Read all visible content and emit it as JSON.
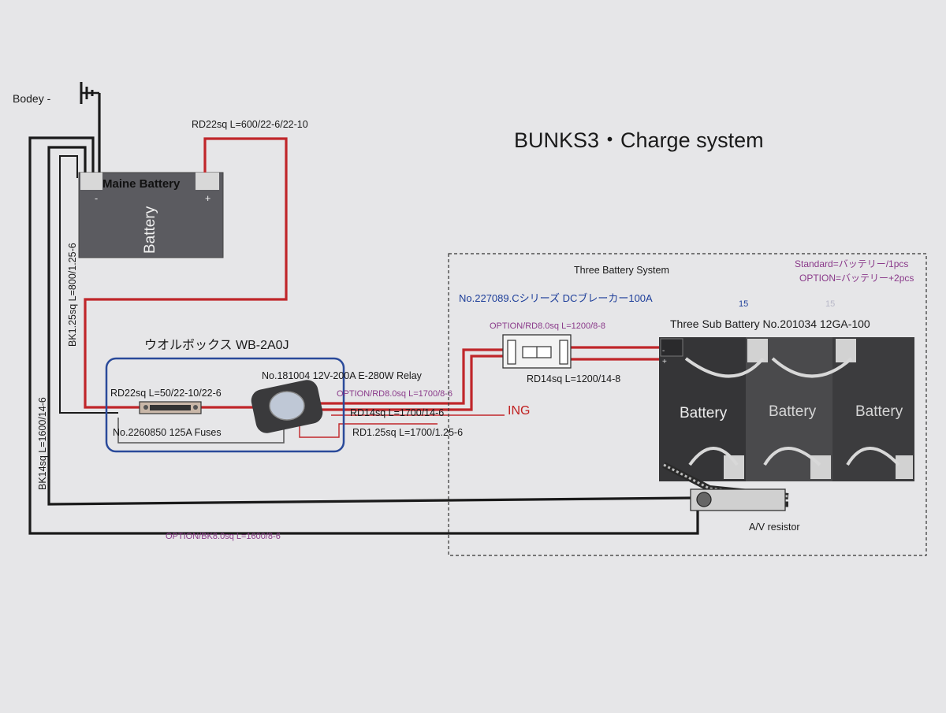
{
  "title": "BUNKS3・Charge system",
  "labels": {
    "body_ground": "Bodey -",
    "main_battery_name": "Maine Battery",
    "main_battery_word": "Battery",
    "terminal_minus": "-",
    "terminal_plus": "+",
    "wire_main_positive": "RD22sq L=600/22-6/22-10",
    "wire_bk_125": "BK1.25sq L=800/1.25-6",
    "wire_bk14": "BK14sq L=1600/14-6",
    "box_name": "ウオルボックス WB-2A0J",
    "relay": "No.181004 12V-200A E-280W Relay",
    "wire_rd22_short": "RD22sq L=50/22-10/22-6",
    "fuses": "No.2260850 125A Fuses",
    "option_rd8_1700": "OPTION/RD8.0sq L=1700/8-6",
    "wire_rd14_1700": "RD14sq L=1700/14-6",
    "wire_rd125_1700": "RD1.25sq L=1700/1.25-6",
    "ing": "ING",
    "breaker": "No.227089.Cシリーズ DCブレーカー100A",
    "option_rd8_1200": "OPTION/RD8.0sq L=1200/8-8",
    "wire_rd14_1200": "RD14sq L=1200/14-8",
    "three_battery_system": "Three Battery System",
    "standard_note": "Standard=バッテリー/1pcs",
    "option_note": "OPTION=バッテリー+2pcs",
    "sub_battery": "Three Sub Battery No.201034 12GA-100",
    "marker_15_a": "15",
    "marker_15_b": "15",
    "sub_battery_words": [
      "Battery",
      "Battery",
      "Battery"
    ],
    "av_resistor": "A/V resistor",
    "option_bk8": "OPTION/BK8.0sq L=1600/8-6"
  },
  "colors": {
    "paper": "#e6e6e8",
    "wire_red": "#c0262a",
    "wire_black": "#1a1a1a",
    "box_blue": "#2a4a9a",
    "battery_dark": "#5a5a5e",
    "sub_battery_dark": "#3a3a3c",
    "sub_battery_mid": "#4a4a4c",
    "purple_text": "#8a3a8a",
    "blue_text": "#1e3f9a"
  }
}
